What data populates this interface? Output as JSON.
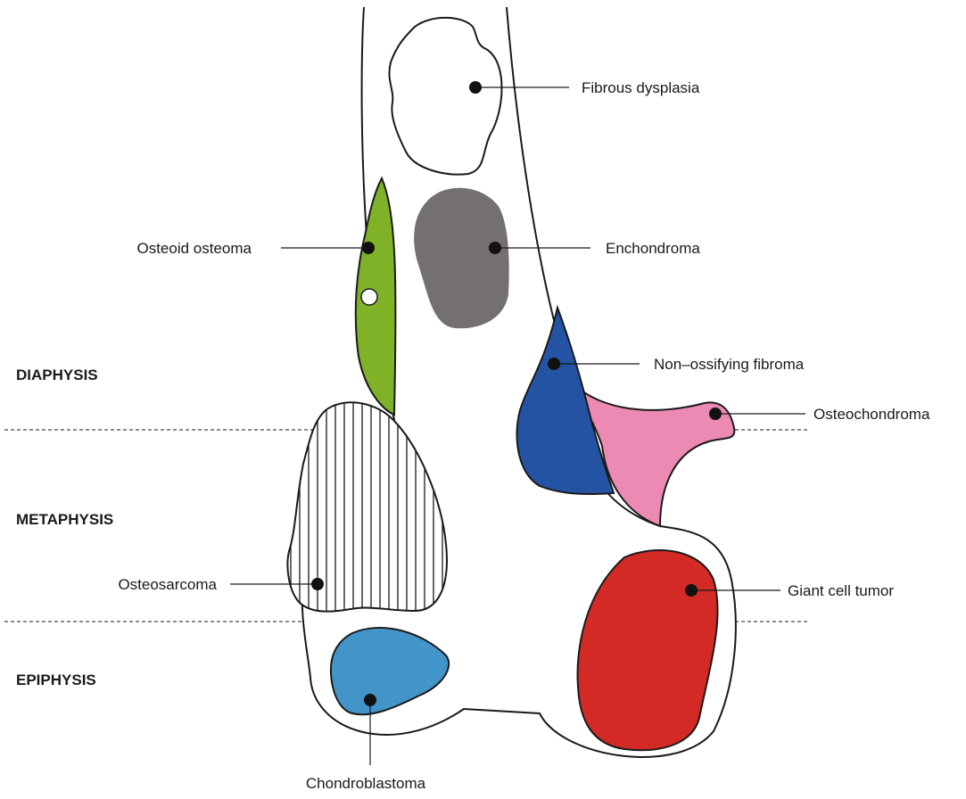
{
  "zones": {
    "diaphysis": "DIAPHYSIS",
    "metaphysis": "METAPHYSIS",
    "epiphysis": "EPIPHYSIS"
  },
  "lesions": {
    "fibrous_dysplasia": "Fibrous dysplasia",
    "osteoid_osteoma": "Osteoid osteoma",
    "enchondroma": "Enchondroma",
    "non_ossifying_fibroma": "Non–ossifying fibroma",
    "osteochondroma": "Osteochondroma",
    "osteosarcoma": "Osteosarcoma",
    "giant_cell_tumor": "Giant cell tumor",
    "chondroblastoma": "Chondroblastoma"
  },
  "colors": {
    "outline": "#1a1a1a",
    "osteoid_osteoma": "#7fb227",
    "enchondroma": "#746f70",
    "non_ossifying_fibroma": "#2553a3",
    "osteochondroma": "#ec8ab4",
    "giant_cell_tumor": "#d42a25",
    "chondroblastoma": "#4395c9"
  }
}
